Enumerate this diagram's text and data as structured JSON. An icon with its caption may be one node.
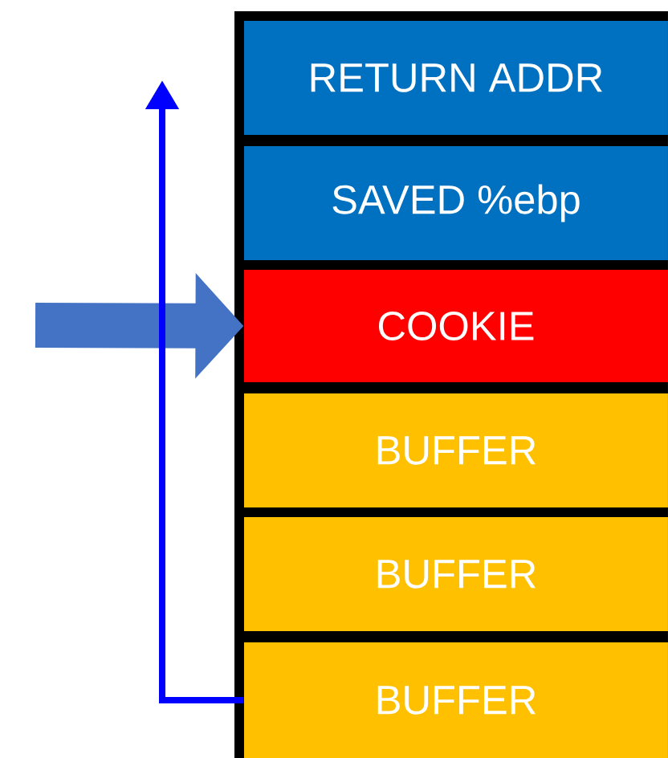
{
  "diagram": {
    "nodes": [
      {
        "text": [
          "RETURN ADDR"
        ]
      },
      {
        "text": [
          "SAVED %ebp"
        ]
      },
      {
        "text": [
          "COOKIE"
        ]
      },
      {
        "text": [
          "BUFFER"
        ]
      },
      {
        "text": [
          "BUFFER"
        ]
      },
      {
        "text": [
          "BUFFER"
        ]
      }
    ],
    "edges": [
      {
        "from": null,
        "to": 2,
        "arrow": "to",
        "style": "thick",
        "color": "#4472c4"
      },
      {
        "from": 5,
        "to": null,
        "arrow": "to",
        "color": "#0000ff"
      }
    ]
  }
}
